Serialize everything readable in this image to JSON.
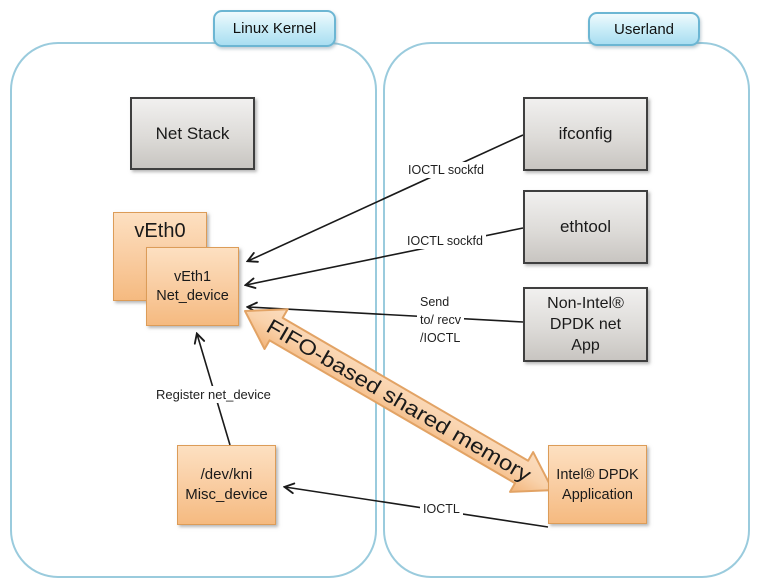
{
  "regions": {
    "linux_kernel": {
      "label": "Linux Kernel"
    },
    "userland": {
      "label": "Userland"
    }
  },
  "nodes": {
    "net_stack": {
      "label": "Net Stack"
    },
    "ifconfig": {
      "label": "ifconfig"
    },
    "ethtool": {
      "label": "ethtool"
    },
    "non_intel_app": {
      "lines": [
        "Non-Intel®",
        "DPDK net",
        "App"
      ]
    },
    "veth0": {
      "label": "vEth0"
    },
    "veth1": {
      "lines": [
        "vEth1",
        "Net_device"
      ]
    },
    "dev_kni": {
      "lines": [
        "/dev/kni",
        "Misc_device"
      ]
    },
    "intel_app": {
      "lines": [
        "Intel® DPDK",
        "Application"
      ]
    }
  },
  "edges": {
    "ioctl_sockfd_ifconfig": {
      "label": "IOCTL sockfd"
    },
    "ioctl_sockfd_ethtool": {
      "label": "IOCTL sockfd"
    },
    "send_recv": {
      "lines": [
        "Send",
        "to/ recv",
        "/IOCTL"
      ]
    },
    "register_net_device": {
      "label": "Register net_device"
    },
    "ioctl_kni": {
      "label": "IOCTL"
    },
    "fifo": {
      "label": "FIFO-based shared memory"
    }
  },
  "colors": {
    "container_border": "#9acbdd",
    "tag_fill_top": "#effafd",
    "tag_fill_bottom": "#a9def1",
    "tag_border": "#6cb6d3",
    "gray_box_top": "#f1f0ef",
    "gray_box_bottom": "#c8c5c1",
    "gray_box_border": "#3f3f3f",
    "orange_box_top": "#fde0c1",
    "orange_box_bottom": "#f5ba80",
    "orange_box_border": "#dc9c58",
    "arrow_line": "#1a1a1a",
    "fifo_fill_top": "#fbddc0",
    "fifo_fill_bottom": "#f6c18d",
    "fifo_border": "#e2a365"
  }
}
